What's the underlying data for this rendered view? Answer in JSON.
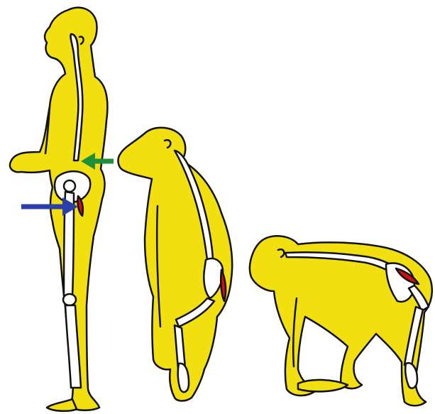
{
  "figure": {
    "figures": [
      {
        "name": "upright-human"
      },
      {
        "name": "crouching-ape"
      },
      {
        "name": "quadruped-ape"
      }
    ],
    "arrows": [
      {
        "name": "green-arrow",
        "color": "#1f8f3a",
        "points_to": "lumbar-spine"
      },
      {
        "name": "blue-arrow",
        "color": "#2b3fa8",
        "points_to": "hip-muscle"
      }
    ],
    "colors": {
      "body_fill": "#f2df10",
      "outline": "#111111",
      "bone_fill": "#ffffff",
      "muscle_fill": "#d01010"
    }
  }
}
